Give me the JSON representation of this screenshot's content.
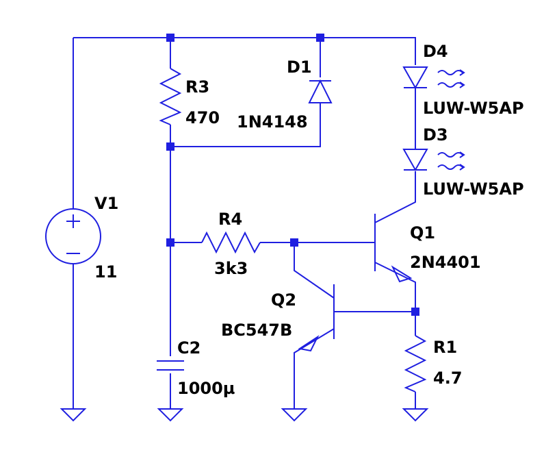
{
  "colors": {
    "wire": "#1f1fe0",
    "text": "#000000",
    "background": "#ffffff"
  },
  "components": {
    "V1": {
      "name": "V1",
      "value": "11"
    },
    "R3": {
      "name": "R3",
      "value": "470"
    },
    "D1": {
      "name": "D1",
      "value": "1N4148"
    },
    "D4": {
      "name": "D4",
      "value": "LUW-W5AP"
    },
    "D3": {
      "name": "D3",
      "value": "LUW-W5AP"
    },
    "R4": {
      "name": "R4",
      "value": "3k3"
    },
    "Q1": {
      "name": "Q1",
      "value": "2N4401"
    },
    "Q2": {
      "name": "Q2",
      "value": "BC547B"
    },
    "C2": {
      "name": "C2",
      "value": "1000µ"
    },
    "R1": {
      "name": "R1",
      "value": "4.7"
    }
  }
}
